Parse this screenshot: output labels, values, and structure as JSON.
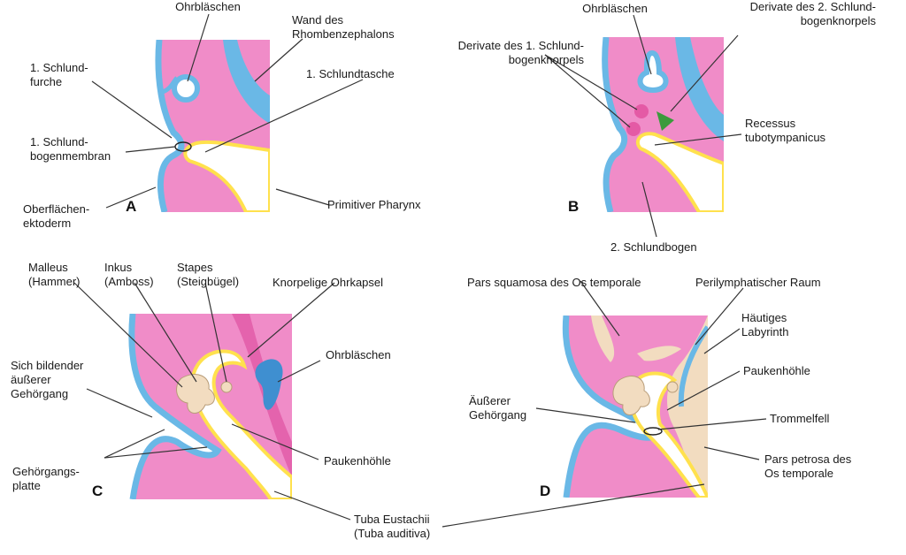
{
  "panels": {
    "A": {
      "letter": "A",
      "labels": {
        "ohrblaeschen": "Ohrbläschen",
        "wand": "Wand des\nRhombenzephalons",
        "schlundfurche": "1. Schlund-\nfurche",
        "schlundtasche": "1. Schlundtasche",
        "bogenmembran": "1. Schlund-\nbogenmembran",
        "oberflaechen": "Oberflächen-\nektoderm",
        "pharynx": "Primitiver Pharynx"
      }
    },
    "B": {
      "letter": "B",
      "labels": {
        "ohrblaeschen": "Ohrbläschen",
        "derivate2": "Derivate des 2. Schlund-\nbogenknorpels",
        "derivate1": "Derivate des 1. Schlund-\nbogenknorpels",
        "recessus": "Recessus\ntubotympanicus",
        "schlundbogen": "2. Schlundbogen"
      }
    },
    "C": {
      "letter": "C",
      "labels": {
        "malleus": "Malleus\n(Hammer)",
        "inkus": "Inkus\n(Amboss)",
        "stapes": "Stapes\n(Steigbügel)",
        "ohrkapsel": "Knorpelige Ohrkapsel",
        "gehoergang": "Sich bildender\näußerer\nGehörgang",
        "ohrblaeschen": "Ohrbläschen",
        "platte": "Gehörgangs-\nplatte",
        "paukenhoehle": "Paukenhöhle"
      }
    },
    "D": {
      "letter": "D",
      "labels": {
        "squamosa": "Pars squamosa des Os temporale",
        "perilymph": "Perilymphatischer Raum",
        "labyrinth": "Häutiges\nLabyrinth",
        "paukenhoehle": "Paukenhöhle",
        "gehoergang": "Äußerer\nGehörgang",
        "trommelfell": "Trommelfell",
        "petrosa": "Pars petrosa des\nOs temporale"
      }
    }
  },
  "shared": {
    "tuba": "Tuba Eustachii\n(Tuba auditiva)"
  },
  "colors": {
    "tissue": "#f08cc8",
    "ectoderm": "#6ab8e6",
    "endoderm": "#ffe14d",
    "cartilage": "#f2dcc0",
    "cartilage_green": "#3c9a3c",
    "otocyst": "#3f8fd0",
    "capsule": "#e463ad",
    "line": "#333333"
  }
}
